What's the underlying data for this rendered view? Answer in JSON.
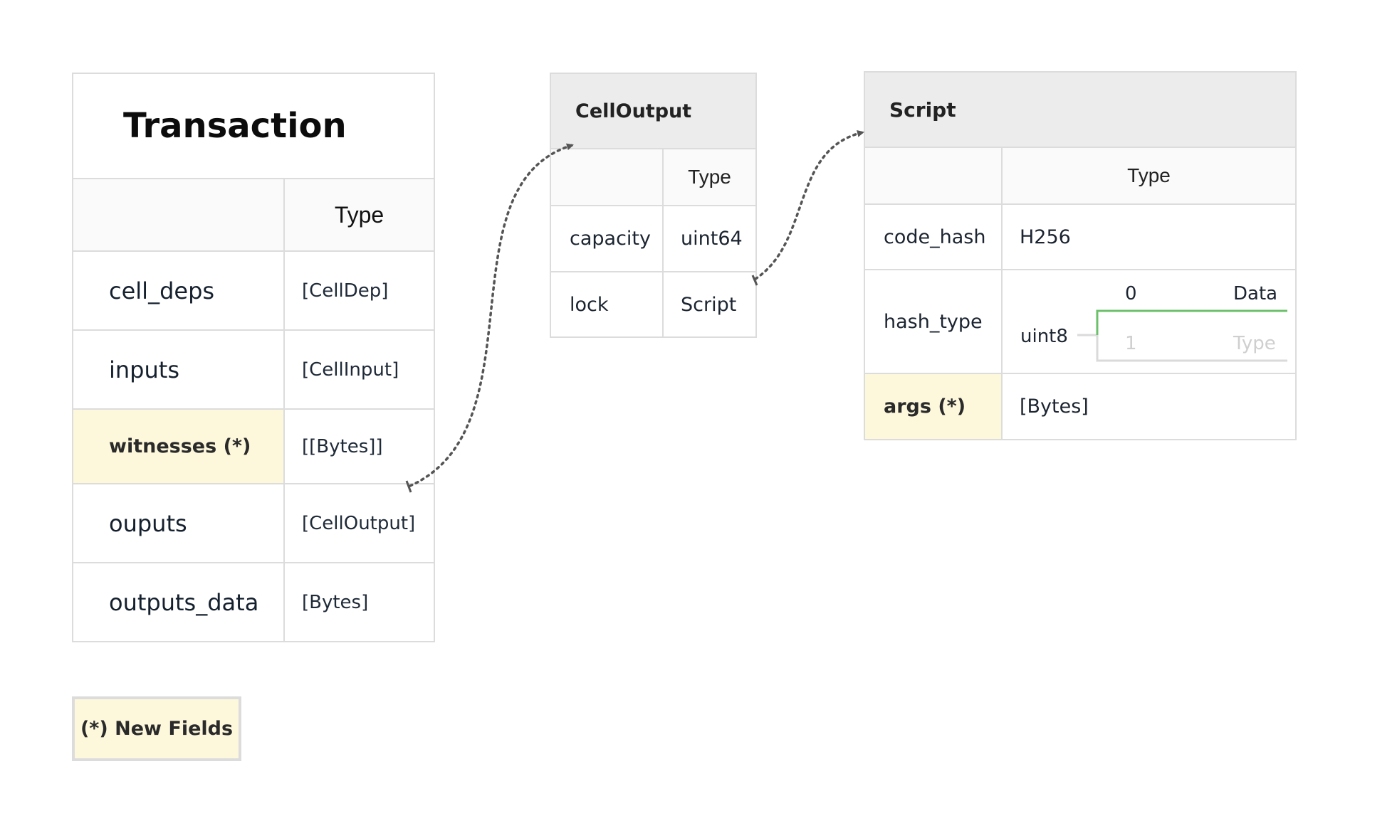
{
  "transaction": {
    "title": "Transaction",
    "type_header": "Type",
    "rows": [
      {
        "field": "cell_deps",
        "type": "[CellDep]"
      },
      {
        "field": "inputs",
        "type": "[CellInput]"
      },
      {
        "field": "witnesses (*)",
        "type": "[[Bytes]]",
        "new": true
      },
      {
        "field": "ouputs",
        "type": "[CellOutput]"
      },
      {
        "field": "outputs_data",
        "type": "[Bytes]"
      }
    ]
  },
  "cell_output": {
    "title": "CellOutput",
    "type_header": "Type",
    "rows": [
      {
        "field": "capacity",
        "type": "uint64"
      },
      {
        "field": "lock",
        "type": "Script"
      }
    ]
  },
  "script": {
    "title": "Script",
    "type_header": "Type",
    "rows": [
      {
        "field": "code_hash",
        "type": "H256"
      },
      {
        "field": "hash_type",
        "type": "uint8"
      },
      {
        "field": "args (*)",
        "type": "[Bytes]",
        "new": true
      }
    ],
    "hash_type_enum": [
      {
        "value": "0",
        "label": "Data",
        "active": true
      },
      {
        "value": "1",
        "label": "Type",
        "active": false
      }
    ]
  },
  "legend": {
    "label": "(*) New Fields"
  },
  "colors": {
    "new_field_bg": "#fdf8dc",
    "header_bg": "#ececec",
    "border": "#dcdcdc",
    "active_branch": "#6cc06c",
    "inactive_text": "#cfcfcf",
    "connector": "#555555"
  }
}
